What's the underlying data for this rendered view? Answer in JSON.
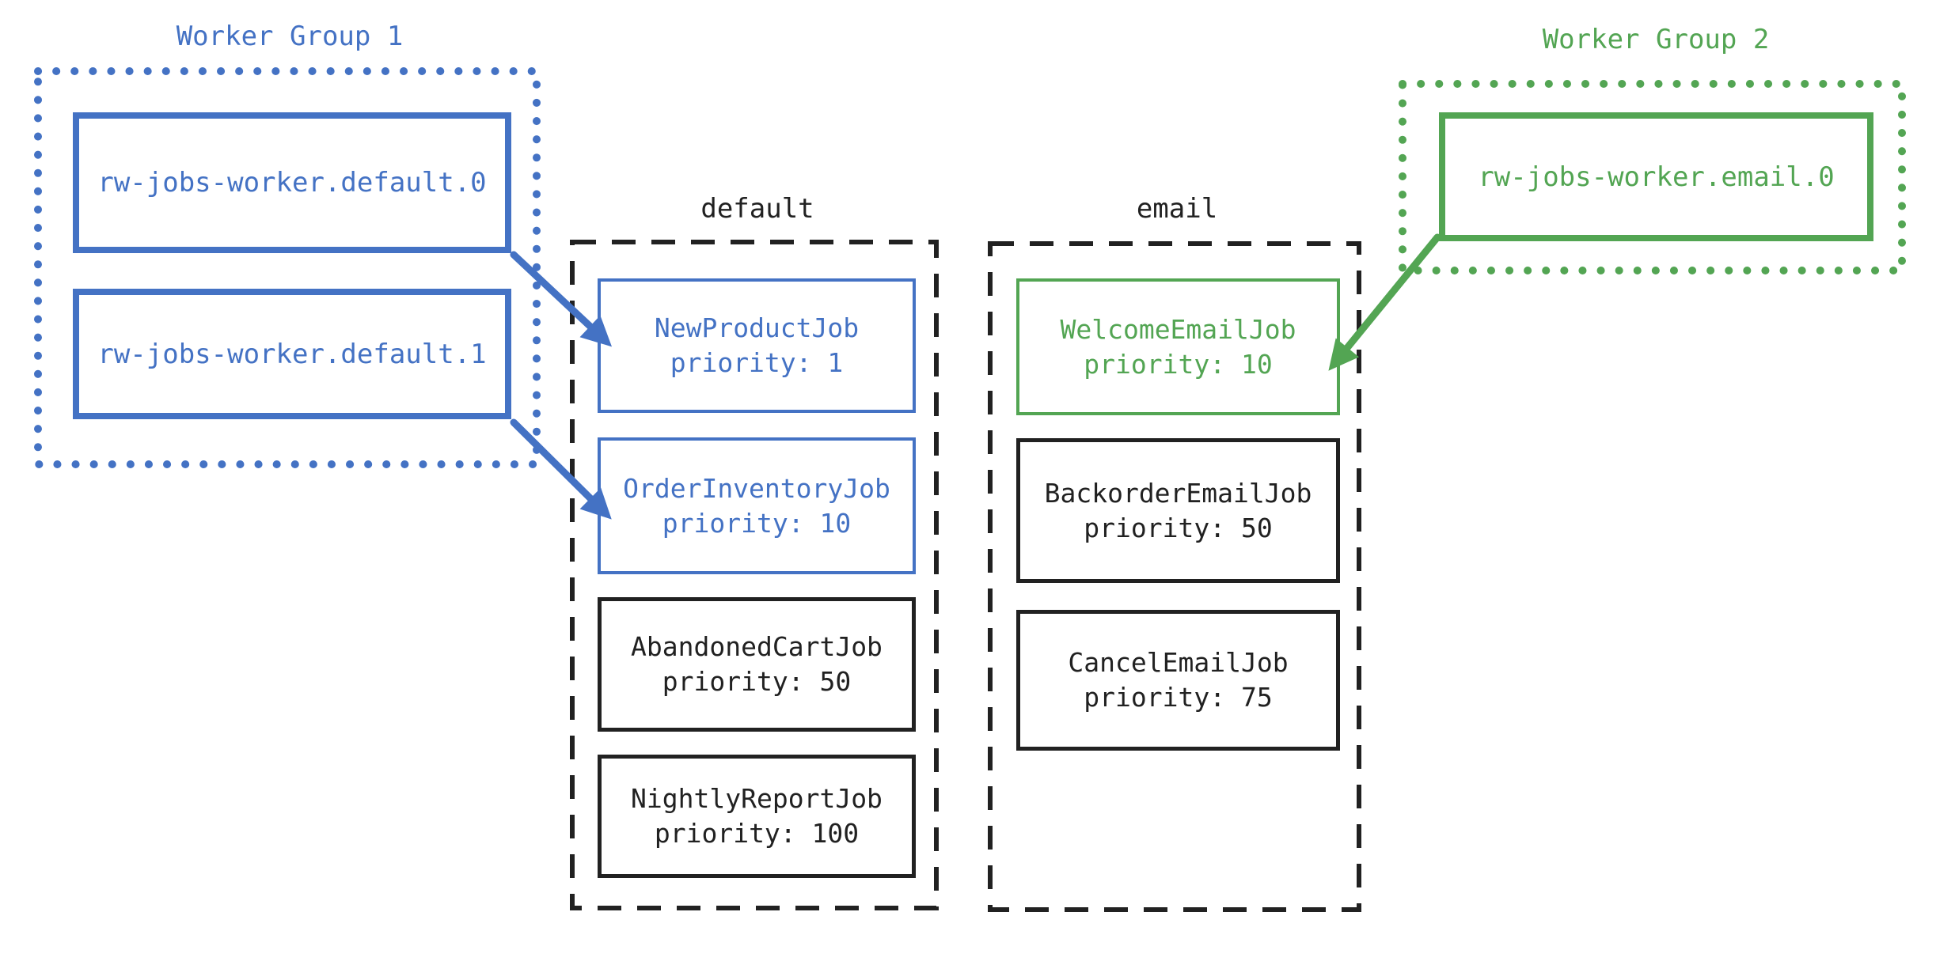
{
  "colors": {
    "blue": "#4472C4",
    "green": "#53A553",
    "ink": "#212121",
    "background": "#FFFFFF"
  },
  "worker_group_1": {
    "title": "Worker Group 1",
    "workers": [
      {
        "name": "rw-jobs-worker.default.0"
      },
      {
        "name": "rw-jobs-worker.default.1"
      }
    ]
  },
  "worker_group_2": {
    "title": "Worker Group 2",
    "workers": [
      {
        "name": "rw-jobs-worker.email.0"
      }
    ]
  },
  "queues": [
    {
      "title": "default",
      "jobs": [
        {
          "name": "NewProductJob",
          "priority_label": "priority: 1",
          "color": "blue"
        },
        {
          "name": "OrderInventoryJob",
          "priority_label": "priority: 10",
          "color": "blue"
        },
        {
          "name": "AbandonedCartJob",
          "priority_label": "priority: 50",
          "color": "ink"
        },
        {
          "name": "NightlyReportJob",
          "priority_label": "priority: 100",
          "color": "ink"
        }
      ]
    },
    {
      "title": "email",
      "jobs": [
        {
          "name": "WelcomeEmailJob",
          "priority_label": "priority: 10",
          "color": "green"
        },
        {
          "name": "BackorderEmailJob",
          "priority_label": "priority: 50",
          "color": "ink"
        },
        {
          "name": "CancelEmailJob",
          "priority_label": "priority: 75",
          "color": "ink"
        }
      ]
    }
  ],
  "edges": [
    {
      "from": "rw-jobs-worker.default.0",
      "to": "NewProductJob",
      "color": "blue"
    },
    {
      "from": "rw-jobs-worker.default.1",
      "to": "OrderInventoryJob",
      "color": "blue"
    },
    {
      "from": "rw-jobs-worker.email.0",
      "to": "WelcomeEmailJob",
      "color": "green"
    }
  ]
}
